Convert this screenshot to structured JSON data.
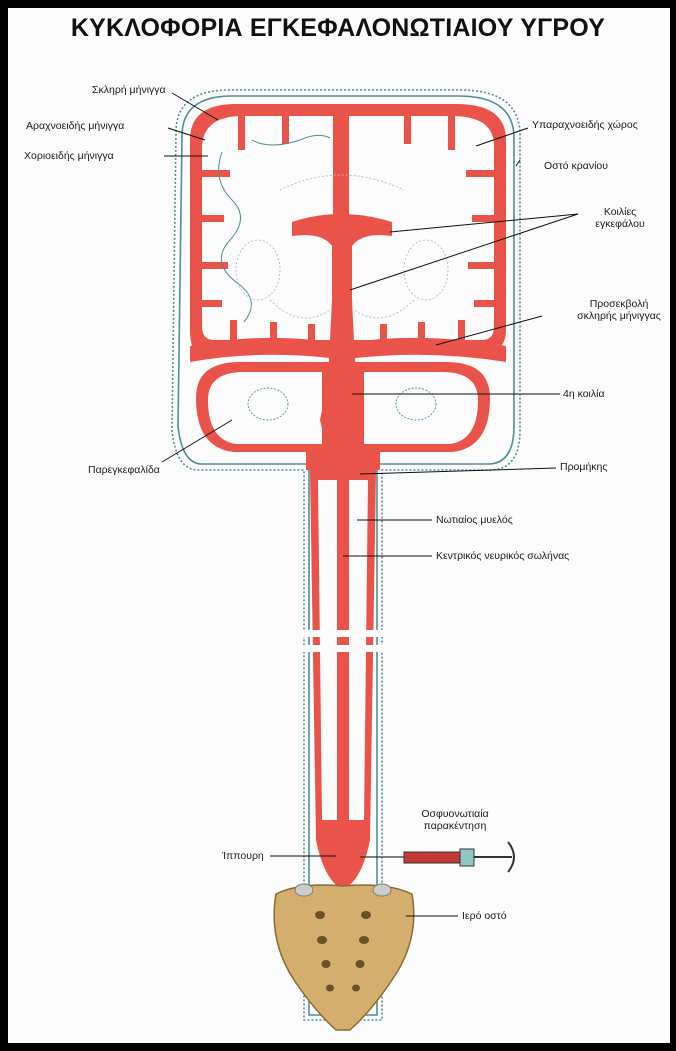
{
  "title": "ΚΥΚΛΟΦΟΡΙΑ ΕΓΚΕΦΑΛΟΝΩΤΙΑΙΟΥ ΥΓΡΟΥ",
  "colors": {
    "csf": "#e9534a",
    "outline": "#4f8f95",
    "bone": "#d3ae6c",
    "ink": "#111111"
  },
  "labels": {
    "dura": "Σκληρή μήνιγγα",
    "arachnoid": "Αραχνοειδής μήνιγγα",
    "choroid": "Χοριοειδής μήνιγγα",
    "subarachnoid": "Υπαραχνοειδής χώρος",
    "skull": "Οστό κρανίου",
    "ventricles_l1": "Κοιλίες",
    "ventricles_l2": "εγκεφάλου",
    "tentorium_l1": "Προσεκβολή",
    "tentorium_l2": "σκληρής μήνιγγας",
    "fourth": "4η κοιλία",
    "cerebellum": "Παρεγκεφαλίδα",
    "medulla": "Προμήκης",
    "cord": "Νωτιαίος μυελός",
    "canal": "Κεντρικός νευρικός σωλήνας",
    "puncture_l1": "Οσφυονωτιαία",
    "puncture_l2": "παρακέντηση",
    "cauda": "Ίππουρη",
    "sacrum": "Ιερό οστό"
  }
}
